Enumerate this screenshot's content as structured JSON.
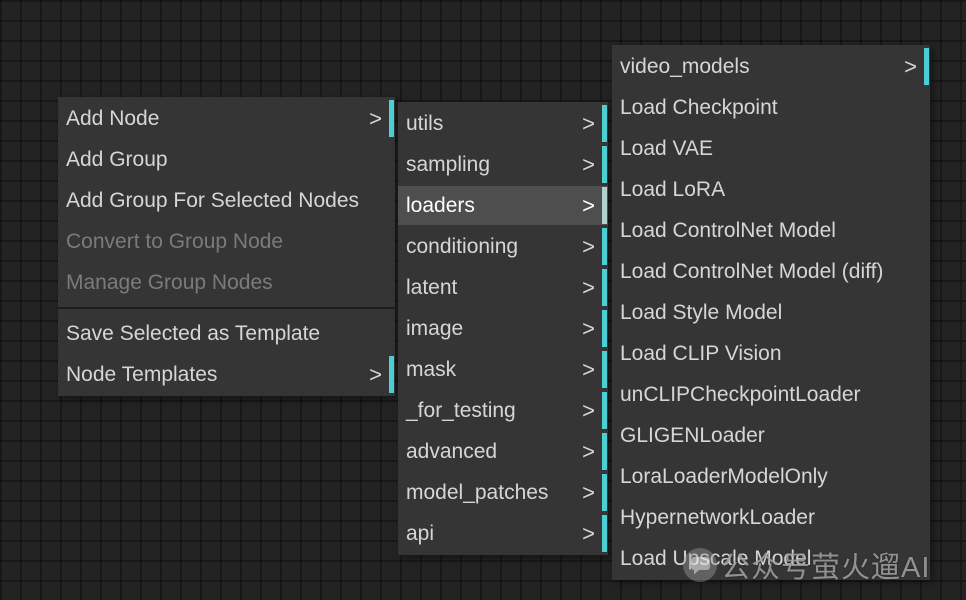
{
  "colors": {
    "canvas_bg": "#232323",
    "grid_line": "rgba(0,0,0,0.30)",
    "menu_bg": "#353535",
    "item_text": "#d6d6d6",
    "disabled_text": "#7b7b7b",
    "highlight_bg": "#4e4e4e",
    "highlight_text": "#ffffff",
    "submenu_bar": "#4bcfd2",
    "submenu_bar_highlight": "#b2d0cc",
    "separator": "#1e1e1e"
  },
  "glyphs": {
    "submenu_arrow": ">"
  },
  "menu_main": {
    "items": [
      {
        "label": "Add Node",
        "submenu": true,
        "disabled": false
      },
      {
        "label": "Add Group",
        "submenu": false,
        "disabled": false
      },
      {
        "label": "Add Group For Selected Nodes",
        "submenu": false,
        "disabled": false
      },
      {
        "label": "Convert to Group Node",
        "submenu": false,
        "disabled": true
      },
      {
        "label": "Manage Group Nodes",
        "submenu": false,
        "disabled": true
      },
      {
        "label": "Save Selected as Template",
        "submenu": false,
        "disabled": false
      },
      {
        "label": "Node Templates",
        "submenu": true,
        "disabled": false
      }
    ]
  },
  "menu_categories": {
    "items": [
      {
        "label": "utils",
        "submenu": true,
        "highlighted": false
      },
      {
        "label": "sampling",
        "submenu": true,
        "highlighted": false
      },
      {
        "label": "loaders",
        "submenu": true,
        "highlighted": true
      },
      {
        "label": "conditioning",
        "submenu": true,
        "highlighted": false
      },
      {
        "label": "latent",
        "submenu": true,
        "highlighted": false
      },
      {
        "label": "image",
        "submenu": true,
        "highlighted": false
      },
      {
        "label": "mask",
        "submenu": true,
        "highlighted": false
      },
      {
        "label": "_for_testing",
        "submenu": true,
        "highlighted": false
      },
      {
        "label": "advanced",
        "submenu": true,
        "highlighted": false
      },
      {
        "label": "model_patches",
        "submenu": true,
        "highlighted": false
      },
      {
        "label": "api",
        "submenu": true,
        "highlighted": false
      }
    ]
  },
  "menu_loaders": {
    "items": [
      {
        "label": "video_models",
        "submenu": true
      },
      {
        "label": "Load Checkpoint",
        "submenu": false
      },
      {
        "label": "Load VAE",
        "submenu": false
      },
      {
        "label": "Load LoRA",
        "submenu": false
      },
      {
        "label": "Load ControlNet Model",
        "submenu": false
      },
      {
        "label": "Load ControlNet Model (diff)",
        "submenu": false
      },
      {
        "label": "Load Style Model",
        "submenu": false
      },
      {
        "label": "Load CLIP Vision",
        "submenu": false
      },
      {
        "label": "unCLIPCheckpointLoader",
        "submenu": false
      },
      {
        "label": "GLIGENLoader",
        "submenu": false
      },
      {
        "label": "LoraLoaderModelOnly",
        "submenu": false
      },
      {
        "label": "HypernetworkLoader",
        "submenu": false
      },
      {
        "label": "Load Upscale Model",
        "submenu": false
      }
    ]
  },
  "watermark": {
    "text": "公众号萤火遛AI",
    "icon": "chat-bubble-icon"
  }
}
